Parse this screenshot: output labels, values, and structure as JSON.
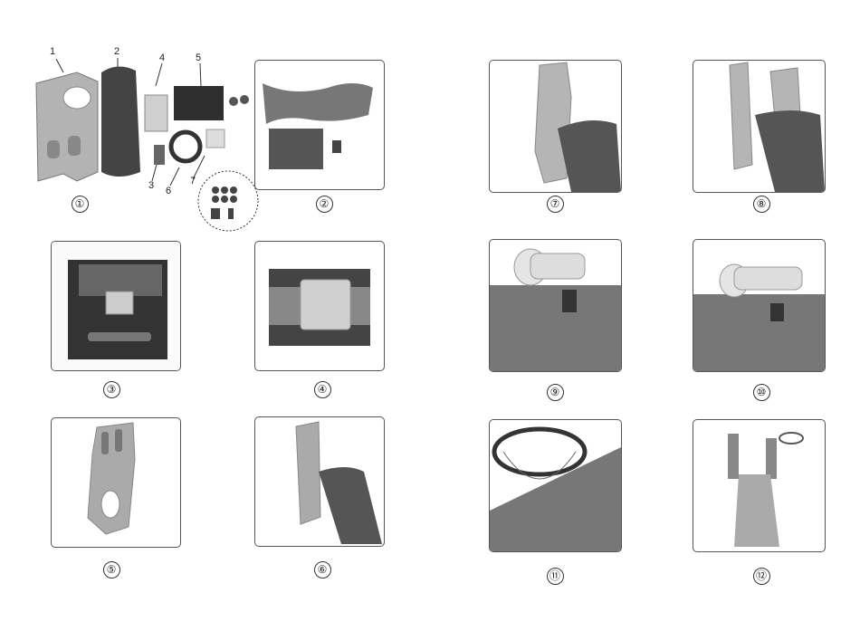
{
  "parts": {
    "labels": [
      "1",
      "2",
      "3",
      "4",
      "5",
      "6",
      "7"
    ]
  },
  "steps": [
    {
      "num": "①"
    },
    {
      "num": "②"
    },
    {
      "num": "③"
    },
    {
      "num": "④"
    },
    {
      "num": "⑤"
    },
    {
      "num": "⑥"
    },
    {
      "num": "⑦"
    },
    {
      "num": "⑧"
    },
    {
      "num": "⑨"
    },
    {
      "num": "⑩"
    },
    {
      "num": "⑪"
    },
    {
      "num": "⑫"
    }
  ],
  "colors": {
    "plastic_light": "#b8b8b8",
    "plastic_dark": "#4a4a4a",
    "frame": "#555555"
  }
}
